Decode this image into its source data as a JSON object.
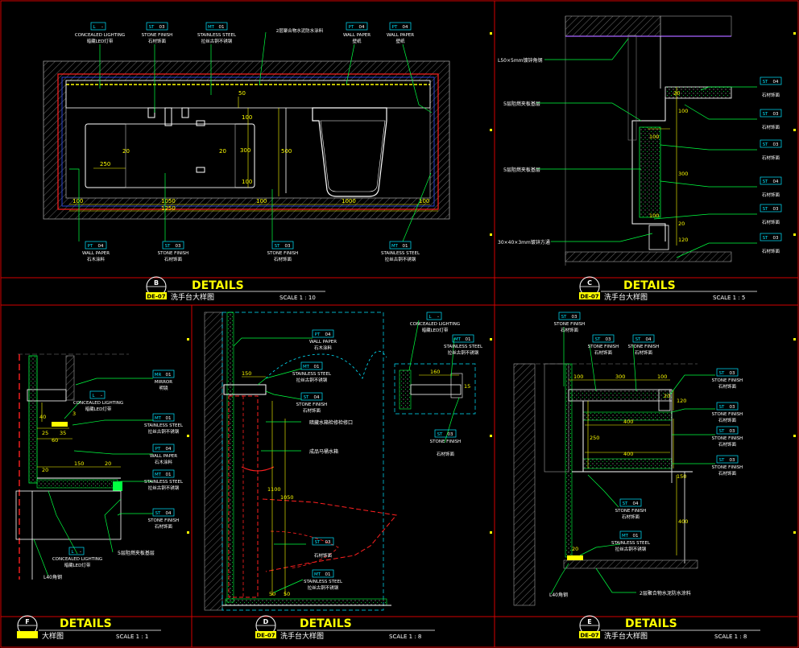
{
  "panels": {
    "B": {
      "marker": "B",
      "title": "DETAILS",
      "sheet": "DE-07",
      "subtitle": "洗手台大样图",
      "scale": "SCALE 1 : 10",
      "tags_top": [
        {
          "code": "L",
          "num": "-",
          "en": "CONCEALED LIGHTING",
          "cn": "暗藏LED灯带"
        },
        {
          "code": "ST",
          "num": "03",
          "en": "STONE FINISH",
          "cn": "石材饰面"
        },
        {
          "code": "MT",
          "num": "01",
          "en": "STAINLESS STEEL",
          "cn": "拉丝古铜不锈钢"
        },
        {
          "code": "PT",
          "num": "04",
          "en": "WALL PAPER",
          "cn": "壁纸"
        },
        {
          "code": "PT",
          "num": "04",
          "en": "WALL PAPER",
          "cn": "壁纸"
        }
      ],
      "note_top": "2层聚合物水泥防水涂料",
      "tags_bottom": [
        {
          "code": "PT",
          "num": "04",
          "en": "WALL PAPER",
          "cn": "石木涂料"
        },
        {
          "code": "ST",
          "num": "03",
          "en": "STONE FINISH",
          "cn": "石材饰面"
        },
        {
          "code": "ST",
          "num": "03",
          "en": "STONE FINISH",
          "cn": "石材饰面"
        },
        {
          "code": "MT",
          "num": "01",
          "en": "STAINLESS STEEL",
          "cn": "拉丝古铜不锈钢"
        }
      ],
      "dims": [
        "50",
        "100",
        "300",
        "100",
        "500",
        "20",
        "20",
        "250",
        "100",
        "100",
        "1050",
        "1250",
        "1000",
        "100"
      ]
    },
    "C": {
      "marker": "C",
      "title": "DETAILS",
      "sheet": "DE-07",
      "subtitle": "洗手台大样图",
      "scale": "SCALE 1 : 5",
      "notes": [
        "L50×5mm镀锌角钢",
        "5层阻燃夹板基层",
        "5层阻燃夹板基层",
        "30×40×3mm镀锌方通"
      ],
      "tags": [
        {
          "code": "ST",
          "num": "04",
          "cn": "石材饰面"
        },
        {
          "code": "ST",
          "num": "03",
          "cn": "石材饰面"
        },
        {
          "code": "ST",
          "num": "03",
          "cn": "石材饰面"
        },
        {
          "code": "ST",
          "num": "04",
          "cn": "石材饰面"
        },
        {
          "code": "ST",
          "num": "03",
          "cn": "石材饰面"
        },
        {
          "code": "ST",
          "num": "03",
          "cn": "石材饰面"
        }
      ],
      "dims": [
        "20",
        "100",
        "100",
        "300",
        "100",
        "20",
        "120"
      ]
    },
    "F": {
      "marker": "F",
      "title": "DETAILS",
      "scale": "SCALE 1 : 1",
      "subtitle": "大样图",
      "tags": [
        {
          "code": "MR",
          "num": "01",
          "en": "MIRROR",
          "cn": "明镜"
        },
        {
          "code": "L",
          "num": "-",
          "en": "CONCEALED LIGHTING",
          "cn": "暗藏LED灯带"
        },
        {
          "code": "MT",
          "num": "01",
          "en": "STAINLESS STEEL",
          "cn": "拉丝古铜不锈钢"
        },
        {
          "code": "PT",
          "num": "04",
          "en": "WALL PAPER",
          "cn": "石木涂料"
        },
        {
          "code": "MT",
          "num": "01",
          "en": "STAINLESS STEEL",
          "cn": "拉丝古铜不锈钢"
        },
        {
          "code": "ST",
          "num": "04",
          "en": "STONE FINISH",
          "cn": "石材饰面"
        }
      ],
      "tag_bottom": {
        "code": "L",
        "num": "-",
        "en": "CONCEALED LIGHTING",
        "cn": "暗藏LED灯带"
      },
      "notes": [
        "5层阻燃夹板基层",
        "L40角钢"
      ],
      "dims": [
        "40",
        "3",
        "25",
        "35",
        "60",
        "20",
        "150",
        "20"
      ]
    },
    "D": {
      "marker": "D",
      "title": "DETAILS",
      "sheet": "DE-07",
      "subtitle": "洗手台大样图",
      "scale": "SCALE 1 : 8",
      "tags": [
        {
          "code": "PT",
          "num": "04",
          "en": "WALL PAPER",
          "cn": "石木涂料"
        },
        {
          "code": "MT",
          "num": "01",
          "en": "STAINLESS STEEL",
          "cn": "拉丝古铜不锈钢"
        },
        {
          "code": "ST",
          "num": "04",
          "en": "STONE FINISH",
          "cn": "石材饰面"
        },
        {
          "code": "L",
          "num": "-",
          "en": "CONCEALED LIGHTING",
          "cn": "暗藏LED灯带"
        },
        {
          "code": "MT",
          "num": "01",
          "en": "STAINLESS STEEL",
          "cn": "拉丝古铜不锈钢"
        },
        {
          "code": "ST",
          "num": "03",
          "en": "STONE FINISH",
          "cn": "石材饰面"
        },
        {
          "code": "ST",
          "num": "03",
          "cn": "石材饰面"
        },
        {
          "code": "MT",
          "num": "01",
          "en": "STAINLESS STEEL",
          "cn": "拉丝古铜不锈钢"
        }
      ],
      "notes": [
        "暗藏水箱检修检修口",
        "成品马桶水箱"
      ],
      "dims": [
        "150",
        "160",
        "15",
        "1100",
        "1050",
        "50",
        "50"
      ]
    },
    "E": {
      "marker": "E",
      "title": "DETAILS",
      "sheet": "DE-07",
      "subtitle": "洗手台大样图",
      "scale": "SCALE 1 : 8",
      "tags_top": [
        {
          "code": "ST",
          "num": "03",
          "en": "STONE FINISH",
          "cn": "石材饰面"
        },
        {
          "code": "ST",
          "num": "03",
          "en": "STONE FINISH",
          "cn": "石材饰面"
        },
        {
          "code": "ST",
          "num": "04",
          "en": "STONE FINISH",
          "cn": "石材饰面"
        }
      ],
      "tags_right": [
        {
          "code": "ST",
          "num": "03",
          "en": "STONE FINISH",
          "cn": "石材饰面"
        },
        {
          "code": "ST",
          "num": "03",
          "en": "STONE FINISH",
          "cn": "石材饰面"
        },
        {
          "code": "ST",
          "num": "03",
          "en": "STONE FINISH",
          "cn": "石材饰面"
        },
        {
          "code": "ST",
          "num": "03",
          "en": "STONE FINISH",
          "cn": "石材饰面"
        }
      ],
      "tags_mid": [
        {
          "code": "ST",
          "num": "04",
          "en": "STONE FINISH",
          "cn": "石材饰面"
        },
        {
          "code": "MT",
          "num": "01",
          "en": "STAINLESS STEEL",
          "cn": "拉丝古铜不锈钢"
        }
      ],
      "notes": [
        "L40角钢",
        "2层聚合物水泥防水涂料"
      ],
      "dims": [
        "100",
        "300",
        "100",
        "20",
        "120",
        "400",
        "250",
        "400",
        "150",
        "400",
        "20"
      ]
    }
  },
  "colors": {
    "frame": "#d40000",
    "cyan": "#00e5ff",
    "yellow": "#ffff00",
    "green": "#00ff40",
    "white": "#ffffff",
    "magenta": "#ff00ff",
    "blue": "#3050ff",
    "red": "#ff2020",
    "purple": "#8020ff"
  }
}
